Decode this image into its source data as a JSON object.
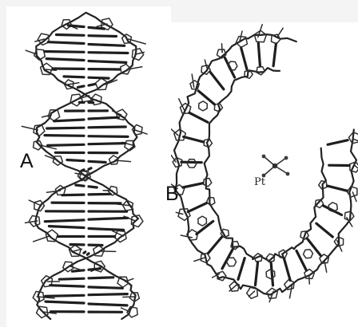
{
  "figure": {
    "panel_a": {
      "label": "A"
    },
    "panel_b": {
      "label": "B",
      "atom_label": "Pt"
    }
  }
}
